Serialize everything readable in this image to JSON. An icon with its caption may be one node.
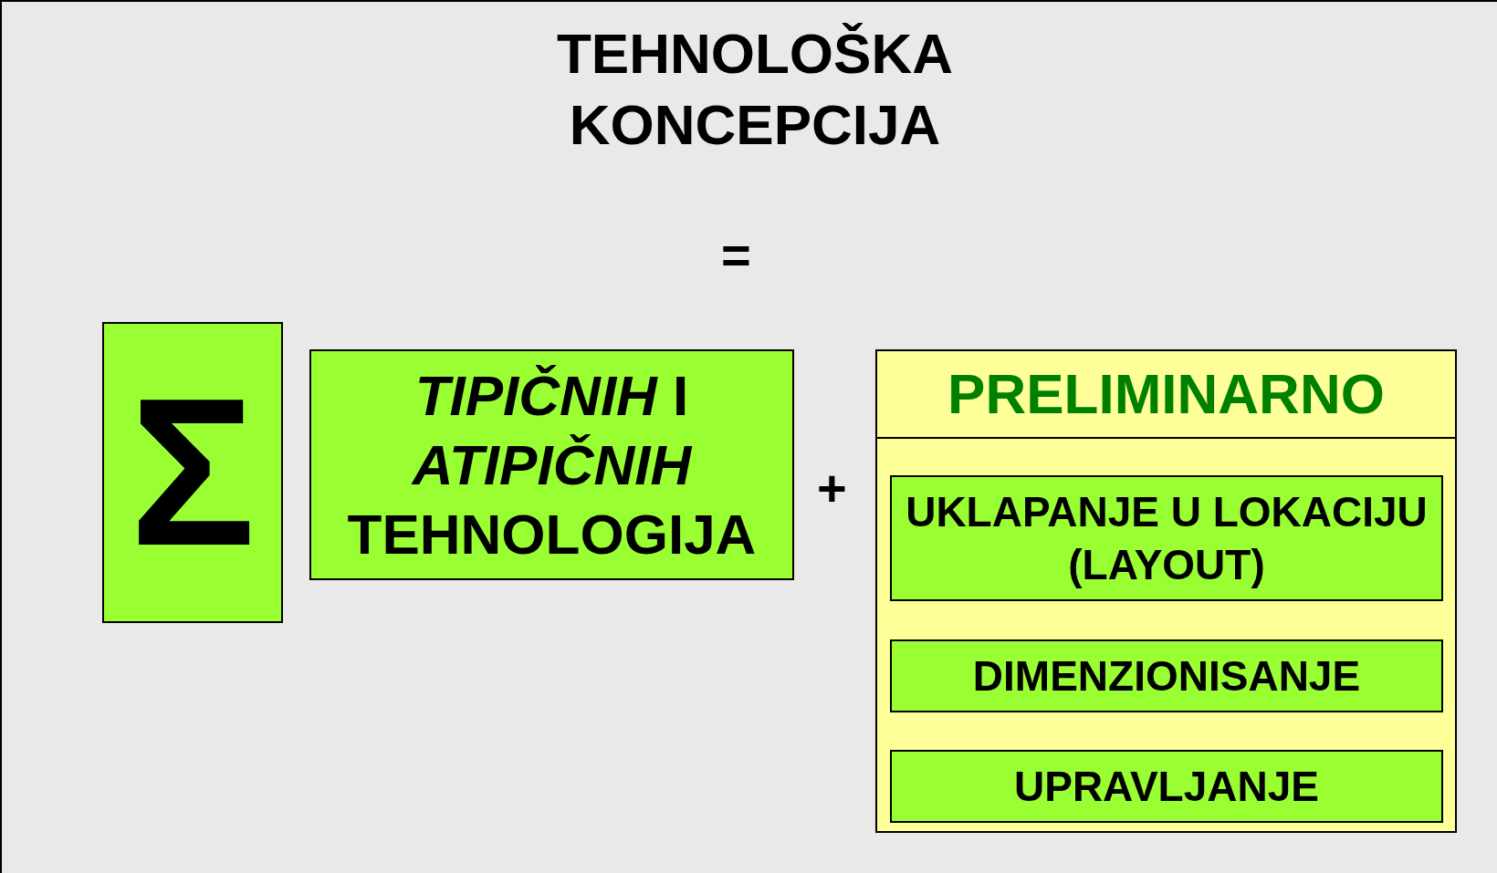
{
  "diagram": {
    "title": "TEHNOLOŠKA KONCEPCIJA",
    "nodes": [
      {
        "text": [
          "Σ"
        ]
      },
      {
        "text": [
          "*TIPIČNIH* I *ATIPIČNIH* TEHNOLOGIJA"
        ]
      },
      {
        "text": [
          "PRELIMINARNO"
        ]
      },
      {
        "text": [
          "UKLAPANJE U LOKACIJU (LAYOUT)"
        ],
        "in": 2
      },
      {
        "text": [
          "DIMENZIONISANJE"
        ],
        "in": 2
      },
      {
        "text": [
          "UPRAVLJANJE"
        ],
        "in": 2
      }
    ],
    "labels": [
      "=",
      "+"
    ]
  }
}
